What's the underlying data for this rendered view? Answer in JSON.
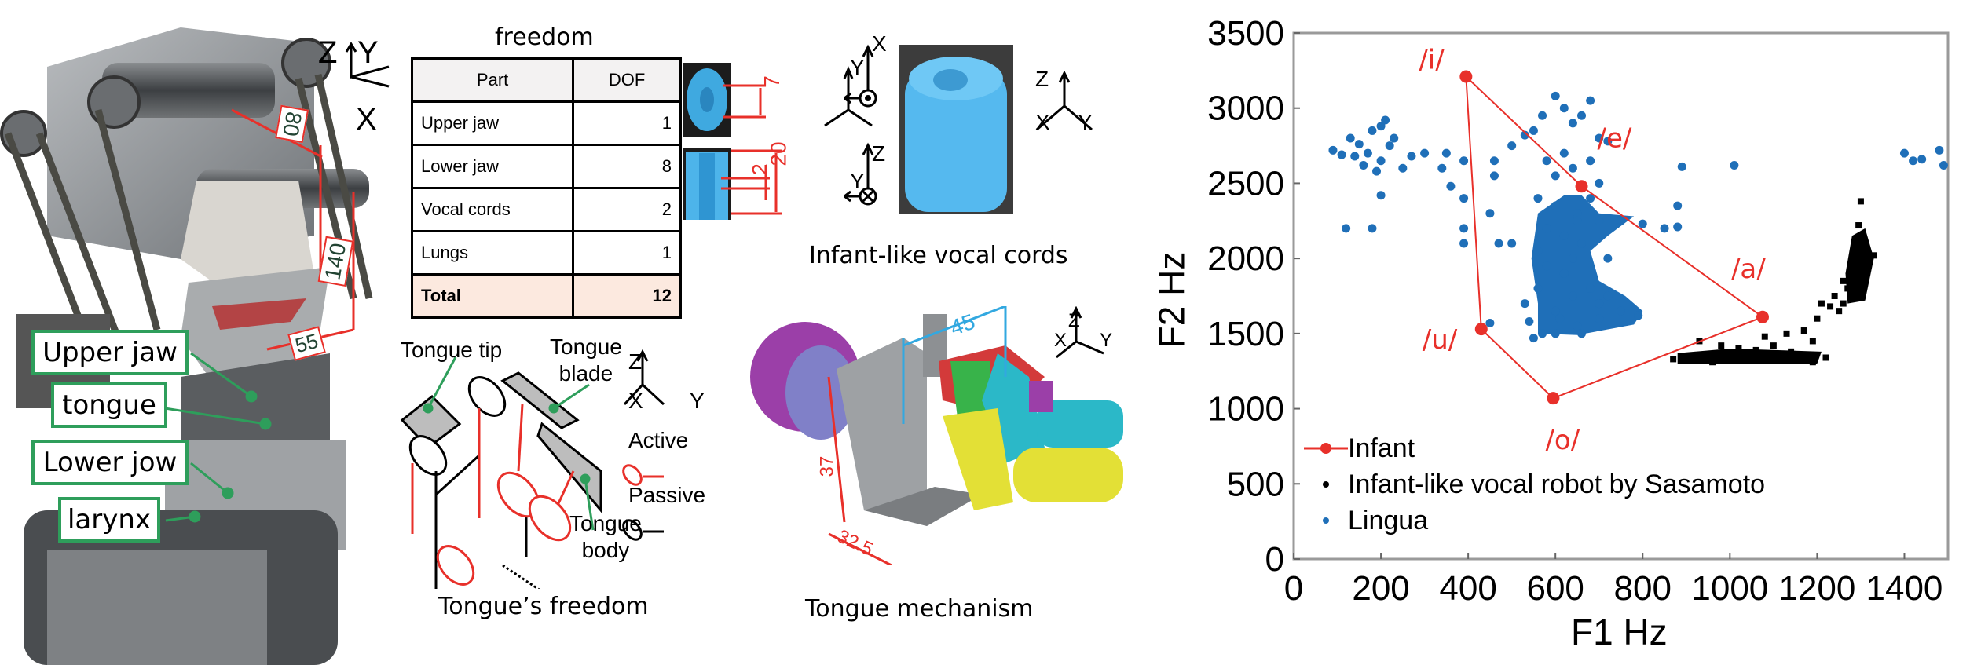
{
  "robot": {
    "labels": [
      "Upper jaw",
      "tongue",
      "Lower jow",
      "larynx"
    ],
    "axes": {
      "z": "Z",
      "y": "Y",
      "x": "X"
    },
    "dimensions": [
      "80",
      "140",
      "55"
    ]
  },
  "table": {
    "title": "freedom",
    "headers": [
      "Part",
      "DOF"
    ],
    "rows": [
      {
        "part": "Upper jaw",
        "dof": "1"
      },
      {
        "part": "Lower jaw",
        "dof": "8"
      },
      {
        "part": "Vocal cords",
        "dof": "2"
      },
      {
        "part": "Lungs",
        "dof": "1"
      }
    ],
    "total": {
      "part": "Total",
      "dof": "12"
    }
  },
  "vocal_cords": {
    "caption": "Infant-like vocal cords",
    "dimensions": [
      "7",
      "2",
      "20"
    ],
    "axes_top": {
      "x": "X",
      "y": "Y"
    },
    "axes_bottom": {
      "z": "Z",
      "y": "Y"
    },
    "axes_photo": {
      "z": "Z",
      "x": "X",
      "y": "Y"
    }
  },
  "tongue_freedom": {
    "caption": "Tongue’s freedom",
    "labels": {
      "tip": "Tongue tip",
      "blade": "Tongue\nblade",
      "body": "Tongue\nbody"
    },
    "legend": {
      "active": "Active",
      "passive": "Passive"
    },
    "axes": {
      "z": "Z",
      "x": "X",
      "y": "Y"
    }
  },
  "tongue_mechanism": {
    "caption": "Tongue mechanism",
    "dimensions": [
      "45",
      "37",
      "32.5"
    ],
    "axes": {
      "z": "Z",
      "x": "X",
      "y": "Y"
    }
  },
  "colors": {
    "infant": "#e8302a",
    "robot": "#000000",
    "lingua": "#1f6fb8",
    "label_border": "#2e9e5b",
    "dimension": "#e8302a"
  },
  "chart_data": {
    "type": "scatter",
    "xlabel": "F1 Hz",
    "ylabel": "F2 Hz",
    "xlim": [
      0,
      1500
    ],
    "ylim": [
      0,
      3500
    ],
    "xticks": [
      0,
      200,
      400,
      600,
      800,
      1000,
      1200,
      1400
    ],
    "yticks": [
      0,
      500,
      1000,
      1500,
      2000,
      2500,
      3000,
      3500
    ],
    "legend_position": "bottom-left",
    "series": [
      {
        "name": "Infant",
        "kind": "line-marker",
        "color": "#e8302a",
        "points": [
          {
            "label": "/i/",
            "x": 395,
            "y": 3210
          },
          {
            "label": "/e/",
            "x": 660,
            "y": 2480
          },
          {
            "label": "/a/",
            "x": 1075,
            "y": 1610
          },
          {
            "label": "/o/",
            "x": 595,
            "y": 1070
          },
          {
            "label": "/u/",
            "x": 430,
            "y": 1530
          }
        ]
      },
      {
        "name": "Infant-like vocal robot by Sasamoto",
        "kind": "scatter",
        "color": "#000000",
        "points": [
          [
            870,
            1330
          ],
          [
            900,
            1320
          ],
          [
            930,
            1340
          ],
          [
            960,
            1310
          ],
          [
            990,
            1330
          ],
          [
            1010,
            1350
          ],
          [
            1040,
            1320
          ],
          [
            1070,
            1340
          ],
          [
            1100,
            1320
          ],
          [
            1130,
            1350
          ],
          [
            1160,
            1330
          ],
          [
            1190,
            1310
          ],
          [
            1220,
            1340
          ],
          [
            930,
            1450
          ],
          [
            980,
            1420
          ],
          [
            1020,
            1400
          ],
          [
            1060,
            1390
          ],
          [
            1100,
            1420
          ],
          [
            1140,
            1380
          ],
          [
            1080,
            1480
          ],
          [
            1130,
            1500
          ],
          [
            1170,
            1520
          ],
          [
            1190,
            1450
          ],
          [
            1200,
            1600
          ],
          [
            1210,
            1700
          ],
          [
            1230,
            1680
          ],
          [
            1240,
            1750
          ],
          [
            1250,
            1650
          ],
          [
            1260,
            1700
          ],
          [
            1260,
            1850
          ],
          [
            1270,
            1800
          ],
          [
            1280,
            1900
          ],
          [
            1290,
            1950
          ],
          [
            1300,
            2000
          ],
          [
            1310,
            2050
          ],
          [
            1320,
            2000
          ],
          [
            1300,
            2150
          ],
          [
            1295,
            2220
          ],
          [
            1300,
            2380
          ],
          [
            1285,
            1780
          ],
          [
            1275,
            1870
          ],
          [
            1310,
            1900
          ],
          [
            1330,
            2020
          ]
        ],
        "dense_region": [
          [
            880,
            1300
          ],
          [
            1200,
            1300
          ],
          [
            1210,
            1380
          ],
          [
            1000,
            1400
          ],
          [
            880,
            1370
          ]
        ],
        "dense_region_2": [
          [
            1270,
            1700
          ],
          [
            1310,
            1720
          ],
          [
            1330,
            2000
          ],
          [
            1310,
            2200
          ],
          [
            1280,
            2150
          ],
          [
            1265,
            1900
          ]
        ]
      },
      {
        "name": "Lingua",
        "kind": "scatter",
        "color": "#1f6fb8",
        "points": [
          [
            90,
            2720
          ],
          [
            110,
            2690
          ],
          [
            130,
            2800
          ],
          [
            150,
            2760
          ],
          [
            170,
            2700
          ],
          [
            180,
            2850
          ],
          [
            200,
            2880
          ],
          [
            210,
            2920
          ],
          [
            230,
            2800
          ],
          [
            220,
            2750
          ],
          [
            200,
            2650
          ],
          [
            160,
            2620
          ],
          [
            140,
            2680
          ],
          [
            190,
            2580
          ],
          [
            250,
            2600
          ],
          [
            270,
            2680
          ],
          [
            300,
            2700
          ],
          [
            120,
            2200
          ],
          [
            180,
            2200
          ],
          [
            200,
            2420
          ],
          [
            350,
            2700
          ],
          [
            340,
            2600
          ],
          [
            360,
            2480
          ],
          [
            390,
            2650
          ],
          [
            390,
            2400
          ],
          [
            390,
            2200
          ],
          [
            390,
            2100
          ],
          [
            460,
            2650
          ],
          [
            460,
            2550
          ],
          [
            450,
            2300
          ],
          [
            470,
            2100
          ],
          [
            500,
            2100
          ],
          [
            500,
            2750
          ],
          [
            530,
            2820
          ],
          [
            550,
            2850
          ],
          [
            570,
            2950
          ],
          [
            600,
            3080
          ],
          [
            620,
            3000
          ],
          [
            640,
            2900
          ],
          [
            660,
            2950
          ],
          [
            680,
            3050
          ],
          [
            700,
            2800
          ],
          [
            720,
            2780
          ],
          [
            620,
            2700
          ],
          [
            580,
            2650
          ],
          [
            600,
            2550
          ],
          [
            640,
            2600
          ],
          [
            680,
            2650
          ],
          [
            700,
            2500
          ],
          [
            560,
            2400
          ],
          [
            600,
            2350
          ],
          [
            650,
            2300
          ],
          [
            700,
            2250
          ],
          [
            750,
            2250
          ],
          [
            800,
            2230
          ],
          [
            850,
            2200
          ],
          [
            880,
            2210
          ],
          [
            880,
            2350
          ],
          [
            890,
            2610
          ],
          [
            1010,
            2620
          ],
          [
            1400,
            2700
          ],
          [
            1420,
            2650
          ],
          [
            1440,
            2660
          ],
          [
            1480,
            2720
          ],
          [
            1490,
            2620
          ],
          [
            560,
            2050
          ],
          [
            580,
            1950
          ],
          [
            560,
            1800
          ],
          [
            530,
            1700
          ],
          [
            540,
            1580
          ],
          [
            450,
            1570
          ],
          [
            600,
            1500
          ],
          [
            650,
            1550
          ],
          [
            700,
            1600
          ],
          [
            750,
            1650
          ],
          [
            790,
            1620
          ],
          [
            620,
            1900
          ],
          [
            640,
            2000
          ],
          [
            660,
            2100
          ],
          [
            680,
            1800
          ],
          [
            700,
            1700
          ],
          [
            720,
            1750
          ],
          [
            600,
            1650
          ],
          [
            580,
            2200
          ],
          [
            620,
            2150
          ],
          [
            550,
            1470
          ],
          [
            570,
            1500
          ],
          [
            640,
            1750
          ],
          [
            610,
            1600
          ],
          [
            660,
            1500
          ],
          [
            680,
            2400
          ],
          [
            720,
            2000
          ],
          [
            650,
            2250
          ]
        ],
        "dense_region": [
          [
            560,
            2300
          ],
          [
            620,
            2420
          ],
          [
            660,
            2420
          ],
          [
            700,
            2300
          ],
          [
            780,
            2280
          ],
          [
            720,
            2150
          ],
          [
            680,
            2050
          ],
          [
            700,
            1850
          ],
          [
            760,
            1750
          ],
          [
            800,
            1650
          ],
          [
            780,
            1560
          ],
          [
            650,
            1490
          ],
          [
            560,
            1500
          ],
          [
            560,
            1700
          ],
          [
            545,
            2000
          ]
        ]
      }
    ]
  }
}
